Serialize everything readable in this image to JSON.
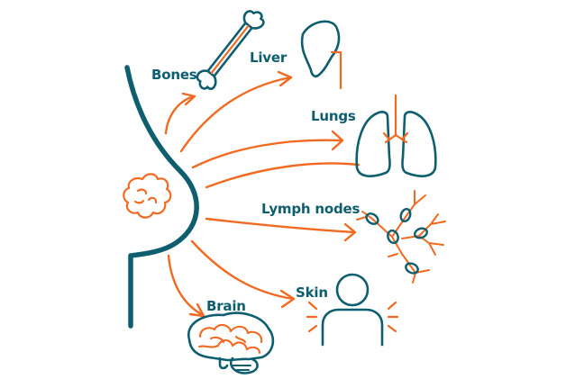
{
  "labels": {
    "bones": "Bones",
    "liver": "Liver",
    "lungs": "Lungs",
    "lymph": "Lymph nodes",
    "brain": "Brain",
    "skin": "Skin"
  },
  "colors": {
    "teal": "#0e5e70",
    "orange": "#f26a21"
  },
  "icons": [
    "breast-outline-icon",
    "tumor-icon",
    "bone-icon",
    "liver-icon",
    "lungs-icon",
    "lymph-nodes-icon",
    "brain-icon",
    "person-icon"
  ]
}
